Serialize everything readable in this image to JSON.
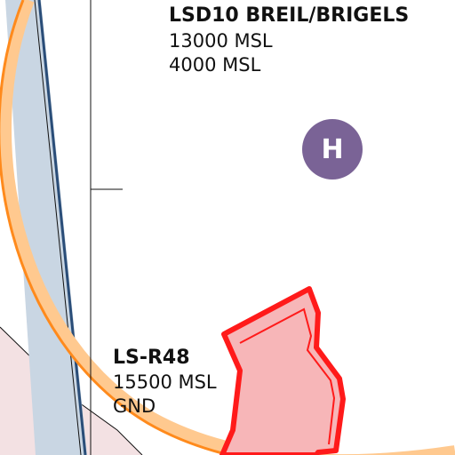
{
  "map": {
    "colors": {
      "background": "#ffffff",
      "restricted_fill": "#f3e1e3",
      "restricted_area_fill": "#f7b6b8",
      "restricted_outline": "#ff1a1a",
      "corridor_fill": "#c9d6e3",
      "corridor_line": "#2a4d78",
      "ctr_boundary": "#ff8a1c",
      "ctr_halo": "#ffc98f",
      "heliport": "#7a6396",
      "grid": "#111111"
    },
    "airspaces": [
      {
        "designator": "LSD10 BREIL/BRIGELS",
        "upper_limit": "13000 MSL",
        "lower_limit": "4000 MSL"
      },
      {
        "designator": "LS-R48",
        "upper_limit": "15500 MSL",
        "lower_limit": "GND"
      }
    ],
    "heliport": {
      "symbol": "H",
      "icon": "heliport-icon"
    }
  }
}
